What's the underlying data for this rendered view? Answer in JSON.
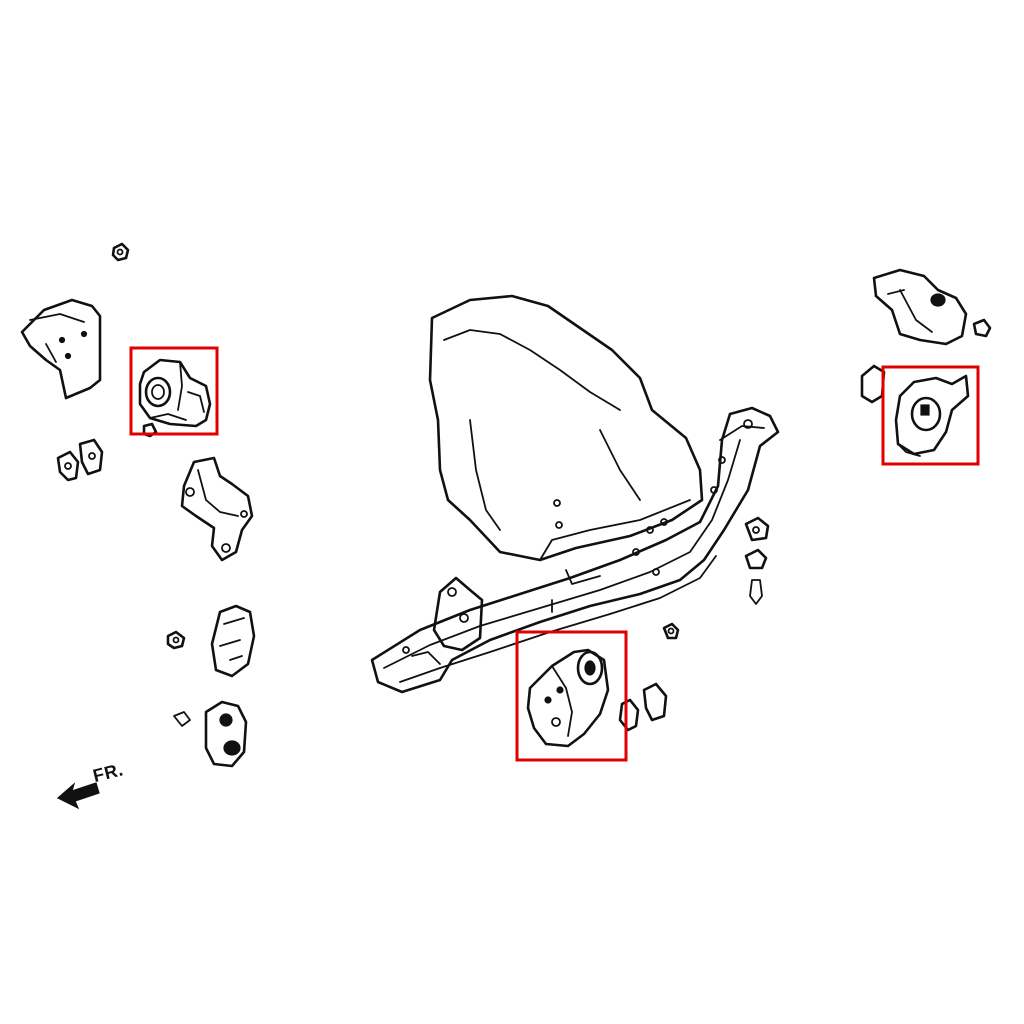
{
  "direction_label": "FR.",
  "colors": {
    "line": "#111111",
    "highlight": "#e00000",
    "background": "#ffffff"
  },
  "parts": {
    "highlighted": [
      "left-engine-mount",
      "rear-engine-mount",
      "right-transmission-mount"
    ]
  },
  "icons": {
    "direction": "front-arrow-icon"
  }
}
